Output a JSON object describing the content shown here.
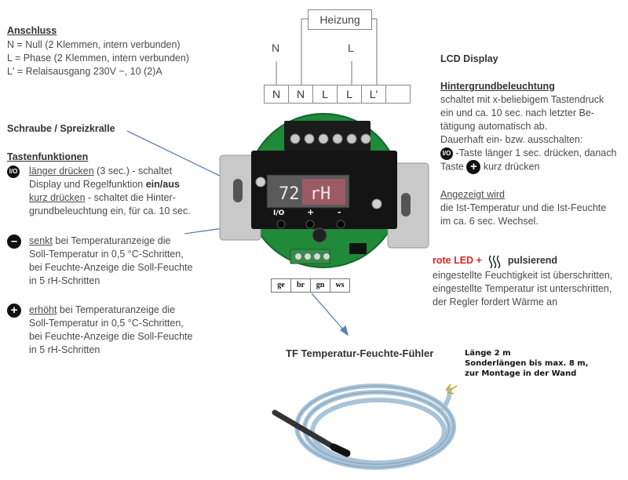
{
  "left": {
    "anschluss": {
      "title": "Anschluss",
      "lines": [
        "N  = Null (2 Klemmen, intern verbunden)",
        "L   = Phase (2 Klemmen, intern verbunden)",
        "L' = Relaisausgang 230V ~, 10 (2)A"
      ]
    },
    "schraube": "Schraube / Spreizkralle",
    "tasten": {
      "title": "Tastenfunktionen",
      "onoff_icon": "I/O",
      "onoff_line1_u": "länger drücken",
      "onoff_line1_rest": " (3 sec.) - schaltet",
      "onoff_line2_pre": "Display und Regelfunktion ",
      "onoff_line2_bold": "ein/aus",
      "onoff_line3_u": "kurz drücken",
      "onoff_line3_rest": " - schaltet die Hinter-",
      "onoff_line4": "grundbeleuchtung ein, für ca. 10 sec.",
      "minus_line1_u": "senkt",
      "minus_line1_rest": " bei Temperaturanzeige die",
      "minus_line2": "Soll-Temperatur in 0,5 °C-Schritten,",
      "minus_line3": "bei Feuchte-Anzeige die Soll-Feuchte",
      "minus_line4": "in 5 rH-Schritten",
      "plus_line1_u": "erhöht",
      "plus_line1_rest": " bei Temperaturanzeige die",
      "plus_line2": "Soll-Temperatur in 0,5 °C-Schritten,",
      "plus_line3": "bei Feuchte-Anzeige die Soll-Feuchte",
      "plus_line4": "in 5 rH-Schritten"
    }
  },
  "top": {
    "heizung": "Heizung",
    "label_n": "N",
    "label_l": "L",
    "terminals": [
      "N",
      "N",
      "L",
      "L",
      "L'",
      ""
    ]
  },
  "device": {
    "lcd_text": "72 rH",
    "btn_onoff": "I/O",
    "btn_plus": "+",
    "btn_minus": "-",
    "wires": [
      "ge",
      "br",
      "gn",
      "ws"
    ]
  },
  "right": {
    "lcd_title": "LCD Display",
    "hint_title": "Hintergrundbeleuchtung",
    "hint_lines": [
      "schaltet mit x-beliebigem Tastendruck",
      "ein und ca. 10 sec. nach letzter Be-",
      "tätigung automatisch ab.",
      "Dauerhaft ein- bzw. ausschalten:"
    ],
    "hint_icon_text": "-Taste länger 1 sec. drücken, danach",
    "hint_taste": "Taste",
    "hint_kurz": "kurz drücken",
    "angezeigt_title": "Angezeigt wird",
    "angezeigt_lines": [
      "die Ist-Temperatur und die Ist-Feuchte",
      "im ca. 6 sec. Wechsel."
    ],
    "led_red": "rote LED +",
    "led_pulse": "pulsierend",
    "led_lines": [
      "eingestellte Feuchtigkeit ist überschritten,",
      "eingestellte Temperatur ist unterschritten,",
      "der Regler fordert Wärme an"
    ]
  },
  "sensor": {
    "title": "TF Temperatur-Feuchte-Fühler",
    "length_lines": [
      "Länge 2 m",
      "Sonderlängen bis max. 8 m,",
      "zur Montage in der Wand"
    ]
  },
  "colors": {
    "pcb": "#1e8a3a",
    "arrow": "#5b7fae",
    "led_red": "#e0221b",
    "cable": "#a9c3d8"
  }
}
